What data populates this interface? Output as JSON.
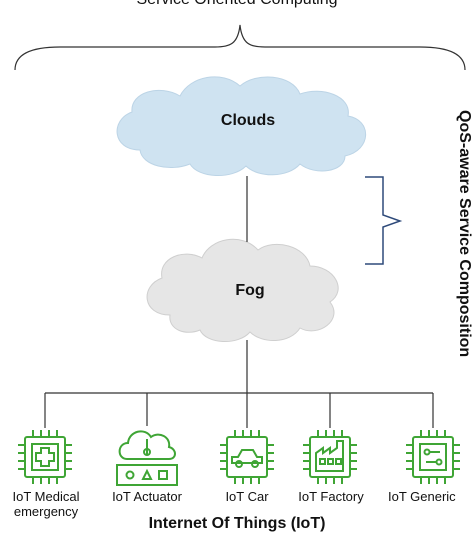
{
  "top_title": "Service Oriented Computing",
  "side_label": "QoS-aware Service Composition",
  "clouds": {
    "label": "Clouds"
  },
  "fog": {
    "label": "Fog"
  },
  "devices": [
    {
      "line1": "IoT Medical",
      "line2": "emergency",
      "icon": "medical-chip-icon"
    },
    {
      "line1": "IoT Actuator",
      "line2": "",
      "icon": "actuator-cloud-icon"
    },
    {
      "line1": "IoT Car",
      "line2": "",
      "icon": "car-chip-icon"
    },
    {
      "line1": "IoT Factory",
      "line2": "",
      "icon": "factory-chip-icon"
    },
    {
      "line1": "IoT Generic",
      "line2": "",
      "icon": "generic-chip-icon"
    }
  ],
  "bottom_title": "Internet Of Things (IoT)",
  "colors": {
    "cloud_fill": "#cfe3f1",
    "fog_fill": "#e6e6e6",
    "iot_green": "#3fa535",
    "bracket_blue": "#2e4a7a",
    "line": "#333333"
  }
}
